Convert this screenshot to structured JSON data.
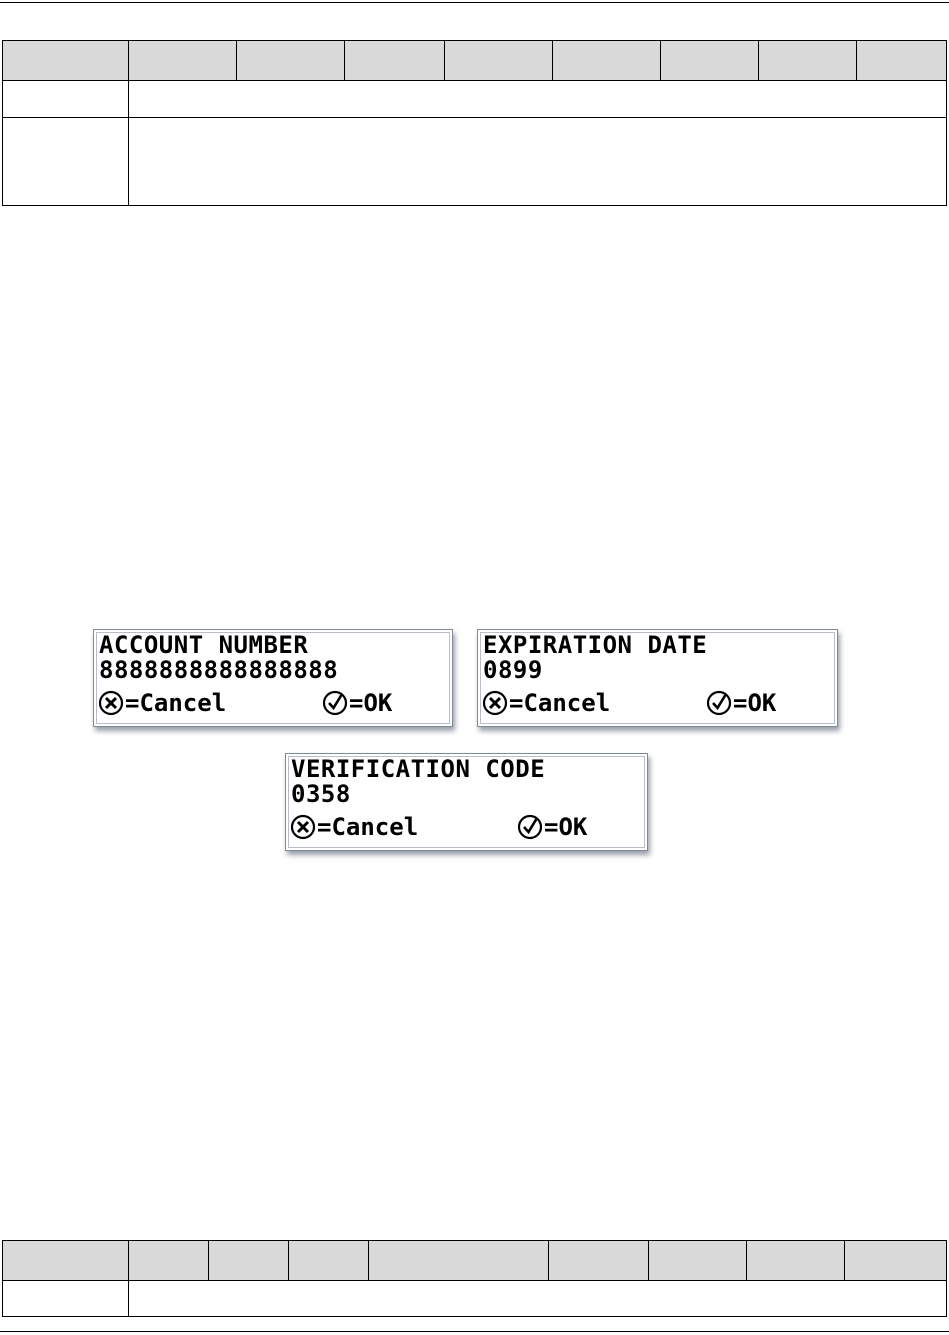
{
  "screens": [
    {
      "title": "ACCOUNT NUMBER",
      "value": "8888888888888888",
      "cancel_label": "=Cancel",
      "ok_label": "=OK"
    },
    {
      "title": "EXPIRATION DATE",
      "value": "0899",
      "cancel_label": "=Cancel",
      "ok_label": "=OK"
    },
    {
      "title": "VERIFICATION CODE",
      "value": "0358",
      "cancel_label": "=Cancel",
      "ok_label": "=OK"
    }
  ],
  "icons": {
    "cancel": "cancel-x-circle-icon",
    "ok": "checkmark-circle-icon"
  }
}
